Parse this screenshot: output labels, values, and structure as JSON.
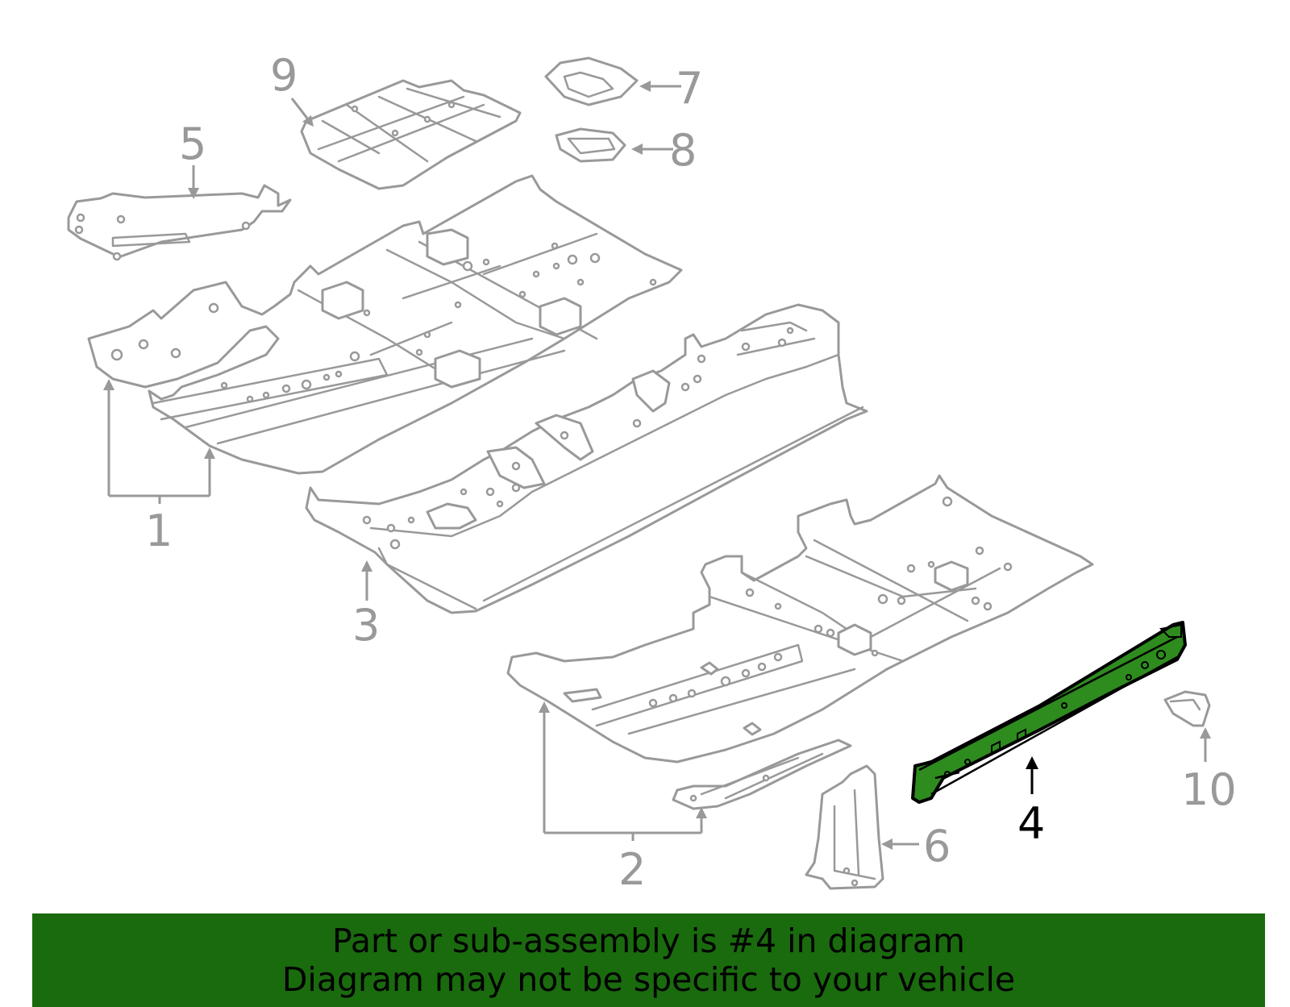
{
  "diagram": {
    "callouts": {
      "c1": "1",
      "c2": "2",
      "c3": "3",
      "c4": "4",
      "c5": "5",
      "c6": "6",
      "c7": "7",
      "c8": "8",
      "c9": "9",
      "c10": "10"
    },
    "highlighted_part": "4",
    "colors": {
      "line": "#999999",
      "highlight_fill": "#2e8b1e",
      "banner_bg": "#1a6a0e",
      "highlight_outline": "#000000"
    }
  },
  "banner": {
    "line1": "Part or sub-assembly is #4 in diagram",
    "line2": "Diagram may not be specific to your vehicle"
  }
}
